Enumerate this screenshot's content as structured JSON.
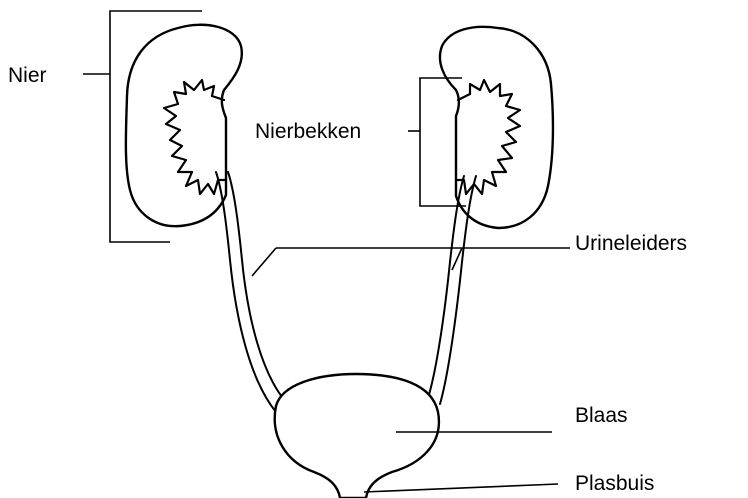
{
  "labels": {
    "kidney": "Nier",
    "renal_pelvis": "Nierbekken",
    "ureters": "Urineleiders",
    "bladder": "Blaas",
    "urethra": "Plasbuis"
  }
}
